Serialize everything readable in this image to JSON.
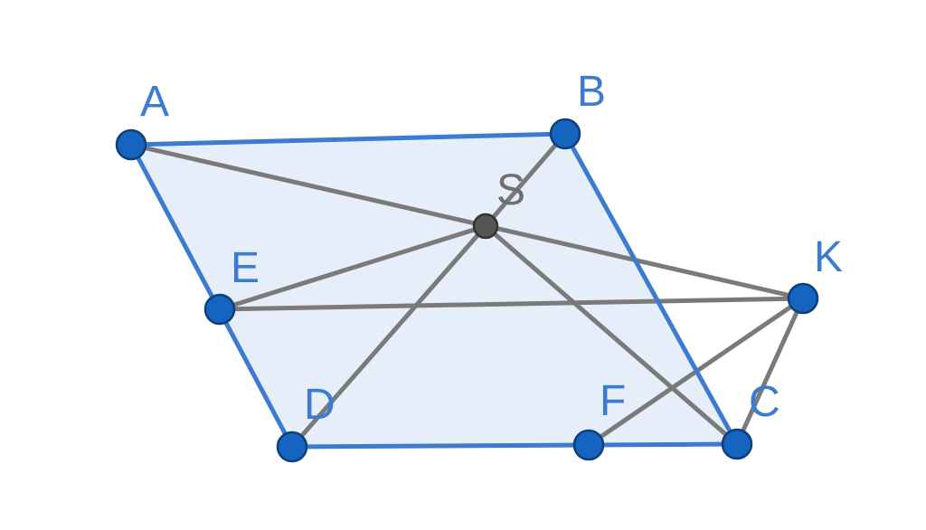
{
  "diagram": {
    "colors": {
      "polygon_fill": "#e6eef9",
      "polygon_edge": "#3b7bd0",
      "segment": "#7a7a7a",
      "point_blue": "#1565c0",
      "point_gray": "#555555",
      "label_blue": "#3b7bd0",
      "label_gray": "#6f6f6f"
    },
    "points": {
      "A": {
        "label": "A"
      },
      "B": {
        "label": "B"
      },
      "C": {
        "label": "C"
      },
      "D": {
        "label": "D"
      },
      "E": {
        "label": "E"
      },
      "F": {
        "label": "F"
      },
      "K": {
        "label": "K"
      },
      "S": {
        "label": "S"
      }
    },
    "polygon": [
      "A",
      "B",
      "C",
      "D"
    ],
    "segments": [
      [
        "A",
        "K"
      ],
      [
        "B",
        "S"
      ],
      [
        "S",
        "E"
      ],
      [
        "S",
        "D"
      ],
      [
        "S",
        "C"
      ],
      [
        "E",
        "K"
      ],
      [
        "F",
        "K"
      ],
      [
        "C",
        "K"
      ]
    ]
  }
}
